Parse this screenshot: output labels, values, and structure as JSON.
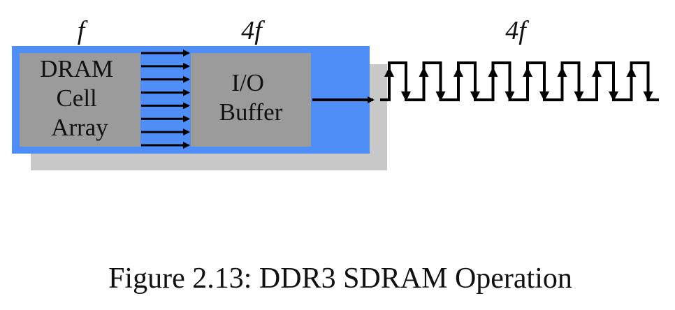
{
  "labels": {
    "freq_cell": "f",
    "freq_buffer": "4f",
    "freq_output": "4f"
  },
  "cell_array": {
    "lines": [
      "DRAM",
      "Cell",
      "Array"
    ]
  },
  "io_buffer": {
    "lines": [
      "I/O",
      "Buffer"
    ]
  },
  "caption": "Figure 2.13: DDR3 SDRAM Operation",
  "colors": {
    "module_fill": "#4f8ef7",
    "shadow": "#c8c8c8",
    "block_fill": "#9b9b9b",
    "line": "#000000"
  },
  "prefetch_lines": 8,
  "output_pulses": 8
}
